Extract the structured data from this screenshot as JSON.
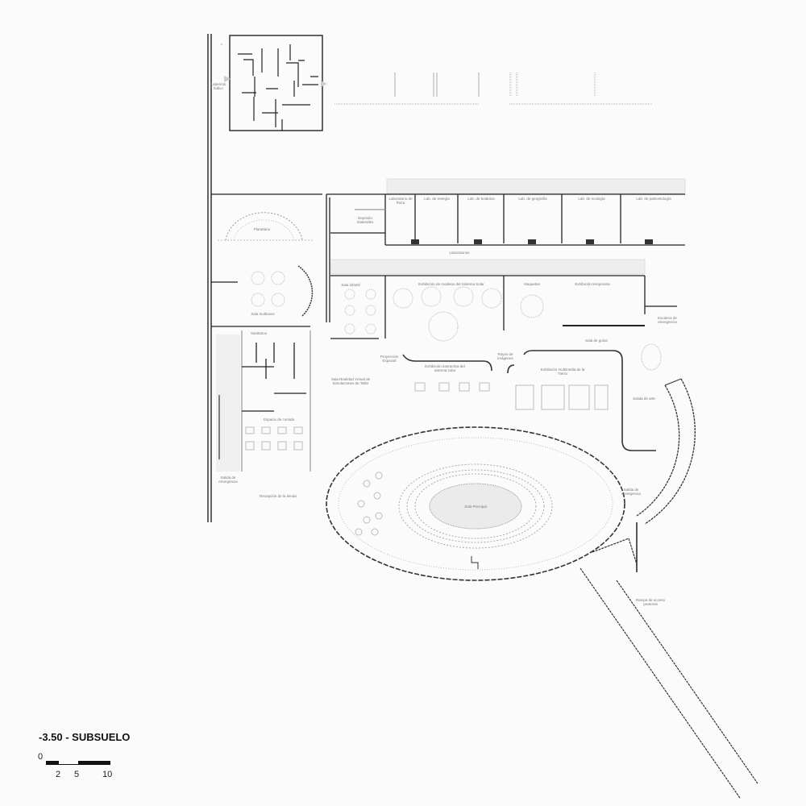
{
  "plan": {
    "level_title": "-3.50 - SUBSUELO",
    "scale_bar": {
      "ticks": [
        "0",
        "2",
        "5",
        "10"
      ],
      "unit_hint": "m"
    },
    "colors": {
      "wall": "#222222",
      "wall_light": "#999999",
      "furniture": "#bbbbbb",
      "center_fill": "#ebebeb",
      "background": "#fbfbfb"
    },
    "rooms": [
      {
        "id": "maze",
        "label": "Laberinto lúdico"
      },
      {
        "id": "lab1",
        "label": "Laboratorio de física"
      },
      {
        "id": "lab2",
        "label": "Lab. de energía"
      },
      {
        "id": "lab3",
        "label": "Lab. de botánica"
      },
      {
        "id": "lab4",
        "label": "Lab. de geografía"
      },
      {
        "id": "lab5",
        "label": "Lab. de ecología"
      },
      {
        "id": "lab6",
        "label": "Lab. de paleontología"
      },
      {
        "id": "corridor",
        "label": "Laboratorios"
      },
      {
        "id": "storage",
        "label": "Depósito materiales"
      },
      {
        "id": "planetarium",
        "label": "Planetario"
      },
      {
        "id": "multiuse",
        "label": "Sala multiusos"
      },
      {
        "id": "services",
        "label": "Sanitarios"
      },
      {
        "id": "coffee",
        "label": "Espacio de comida"
      },
      {
        "id": "emergency_left",
        "label": "Salida de emergencia"
      },
      {
        "id": "snack",
        "label": "Recepción de la tienda"
      },
      {
        "id": "kids",
        "label": "Sala infantil"
      },
      {
        "id": "exhibit_main",
        "label": "Exhibición de modelos del Sistema Solar"
      },
      {
        "id": "exhibit_right",
        "label": "Exhibición temporaria"
      },
      {
        "id": "projection",
        "label": "Proyección Espacial"
      },
      {
        "id": "vr",
        "label": "Sala Realidad Virtual de Simulaciones de Taller"
      },
      {
        "id": "exhibit_interactive",
        "label": "Exhibición interactiva del sistema solar"
      },
      {
        "id": "rays",
        "label": "Rayos de imágenes"
      },
      {
        "id": "screens",
        "label": "Exhibición multimedia de la Tierra"
      },
      {
        "id": "guides",
        "label": "Sala de guías"
      },
      {
        "id": "mock",
        "label": "Maquetas"
      },
      {
        "id": "rest",
        "label": "Salida de arte"
      },
      {
        "id": "emergency_right",
        "label": "Salida de emergencia"
      },
      {
        "id": "emergency_top",
        "label": "Escalera de emergencia"
      },
      {
        "id": "center",
        "label": "Sala Principal"
      },
      {
        "id": "ramp",
        "label": "Rampa de acceso peatonal"
      }
    ]
  }
}
